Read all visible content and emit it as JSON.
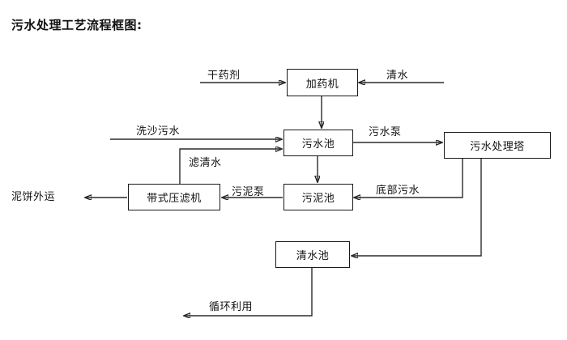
{
  "title": "污水处理工艺流程框图:",
  "nodes": [
    {
      "id": "dosing",
      "label": "加药机"
    },
    {
      "id": "sewage_pool",
      "label": "污水池"
    },
    {
      "id": "tower",
      "label": "污水处理塔"
    },
    {
      "id": "filter_press",
      "label": "带式压滤机"
    },
    {
      "id": "sludge_pool",
      "label": "污泥池"
    },
    {
      "id": "clear_pool",
      "label": "清水池"
    }
  ],
  "edge_labels": {
    "dry_agent": "干药剂",
    "clean_water_in": "清水",
    "sand_wash_sewage": "洗沙污水",
    "filtrate": "滤清水",
    "sewage_pump": "污水泵",
    "sludge_pump": "污泥泵",
    "bottom_sewage": "底部污水",
    "recycle": "循环利用"
  },
  "terminals": {
    "mud_cake_out": "泥饼外运"
  },
  "colors": {
    "stroke": "#2b2b2b",
    "box_border": "#1a1a1a",
    "text": "#111111",
    "background": "#ffffff"
  }
}
